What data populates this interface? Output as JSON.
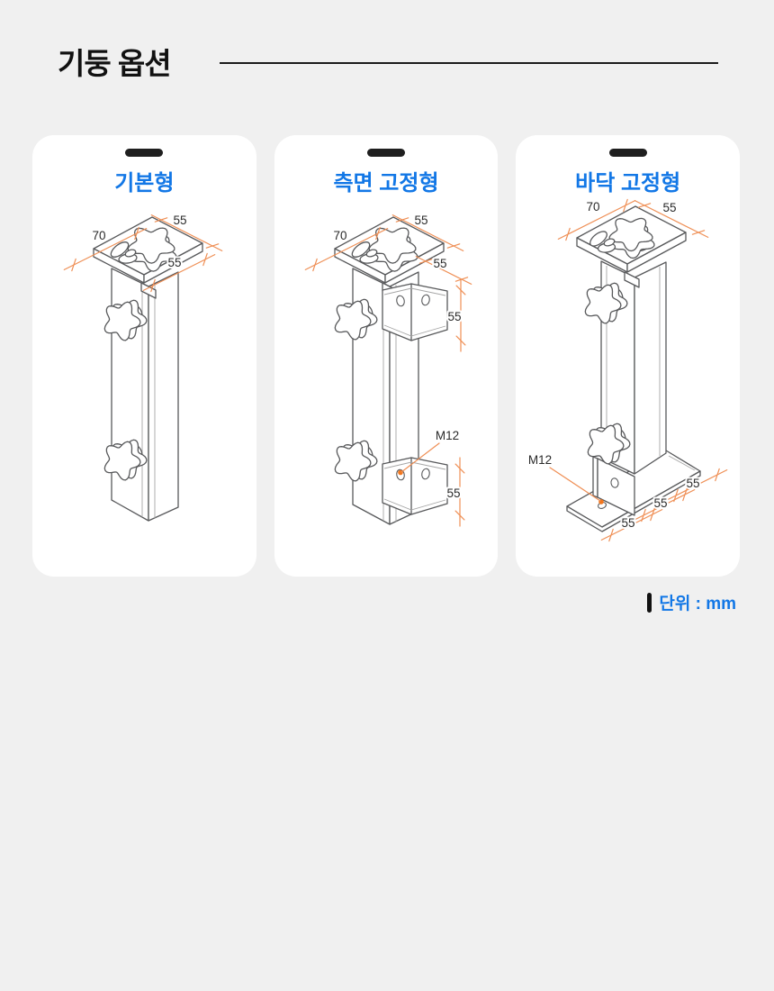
{
  "header": {
    "title": "기둥 옵션"
  },
  "cards": [
    {
      "title": "기본형",
      "dims": {
        "d70": "70",
        "d55_top": "55",
        "d55_right": "55"
      }
    },
    {
      "title": "측면 고정형",
      "dims": {
        "d70": "70",
        "d55_top": "55",
        "d55_w": "55",
        "d55_h": "55",
        "m12": "M12",
        "d55_lower": "55"
      }
    },
    {
      "title": "바닥 고정형",
      "dims": {
        "d70": "70",
        "d55_top": "55",
        "m12": "M12",
        "d55_a": "55",
        "d55_b": "55",
        "d55_c": "55"
      }
    }
  ],
  "footer": {
    "unit_label": "단위 : mm"
  },
  "colors": {
    "accent_blue": "#1277e6",
    "dim_orange": "#ef8f55",
    "dot_orange": "#f2761d",
    "line_gray": "#58595b",
    "page_bg": "#f0f0f0",
    "card_bg": "#ffffff"
  }
}
